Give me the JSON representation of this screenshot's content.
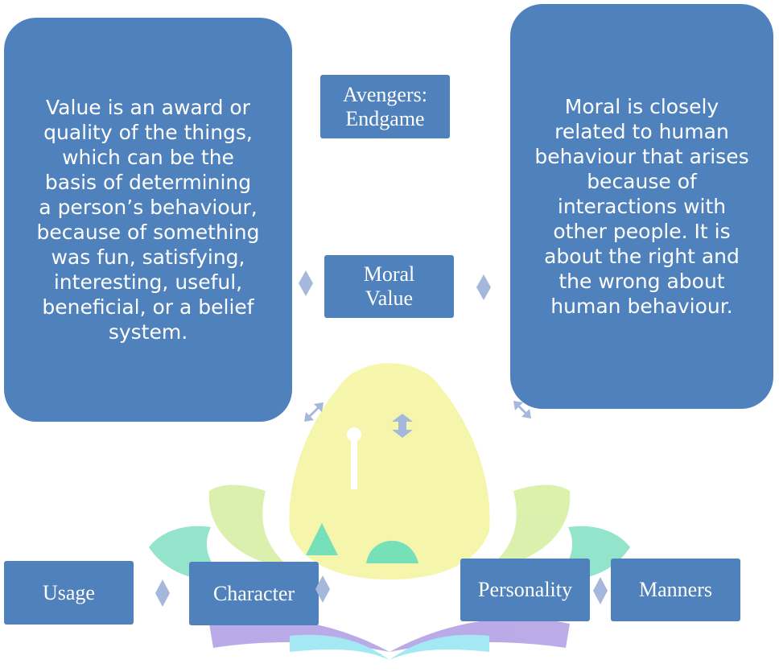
{
  "center": {
    "title": "Moral Value"
  },
  "film": {
    "title": "Avengers: Endgame"
  },
  "value_definition": "Value is an award or quality of the things, which can be the basis of determining a person’s behaviour, because of something was fun, satisfying, interesting, useful, beneficial, or a belief system.",
  "moral_definition": "Moral is closely related to human behaviour that arises because of interactions with other people. It is about the right and the wrong about human behaviour.",
  "aspects": {
    "usage": "Usage",
    "character": "Character",
    "personality": "Personality",
    "manners": "Manners"
  },
  "colors": {
    "box_fill": "#4f81bd",
    "box_text": "#ffffff",
    "connector": "#a5b8dc",
    "watermark_green": "#daf0a8",
    "watermark_yellow": "#f5f5a8",
    "watermark_teal": "#8de3c8",
    "watermark_purple": "#b7a6e6",
    "watermark_cyan": "#9fe7f2"
  }
}
